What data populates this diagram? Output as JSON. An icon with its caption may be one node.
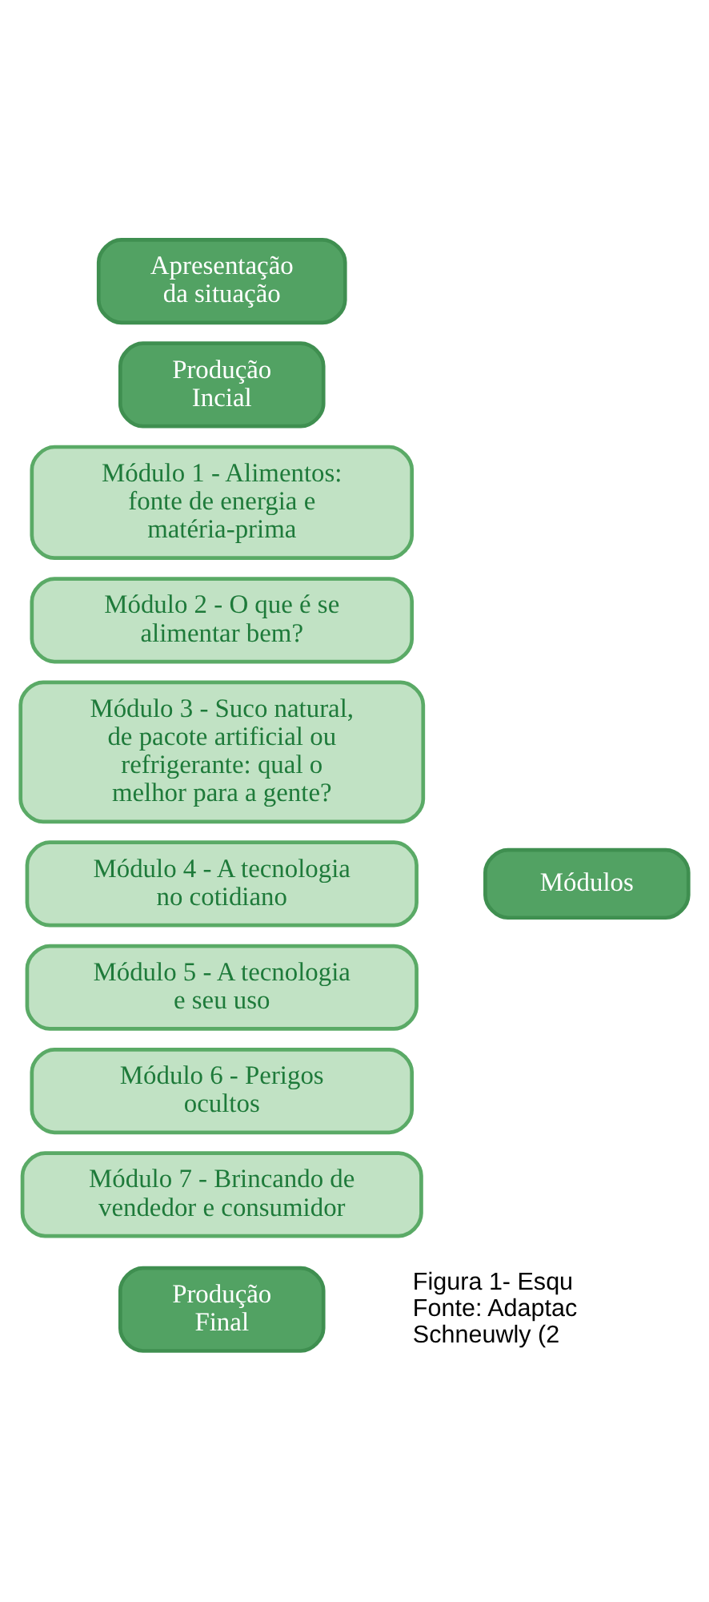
{
  "diagram": {
    "nodes": [
      {
        "text": [
          "Apresentação da situação"
        ]
      },
      {
        "text": [
          "Produção Incial"
        ]
      },
      {
        "text": [
          "Módulo 1 - Alimentos: fonte de energia e matéria-prima"
        ]
      },
      {
        "text": [
          "Módulo 2 - O que é se alimentar bem?"
        ]
      },
      {
        "text": [
          "Módulo 3 - Suco natural, de pacote artificial ou refrigerante: qual o melhor para a gente?"
        ]
      },
      {
        "text": [
          "Módulo 4 - A tecnologia no cotidiano"
        ]
      },
      {
        "text": [
          "Módulo 5 - A tecnologia e seu uso"
        ]
      },
      {
        "text": [
          "Módulo 6 - Perigos ocultos"
        ]
      },
      {
        "text": [
          "Módulo 7 - Brincando de vendedor e consumidor"
        ]
      },
      {
        "text": [
          "Módulos"
        ]
      },
      {
        "text": [
          "Produção Final"
        ]
      }
    ],
    "labels": [
      "Figura 1- Esqu",
      "Fonte: Adaptac",
      "Schneuwly (2"
    ]
  }
}
